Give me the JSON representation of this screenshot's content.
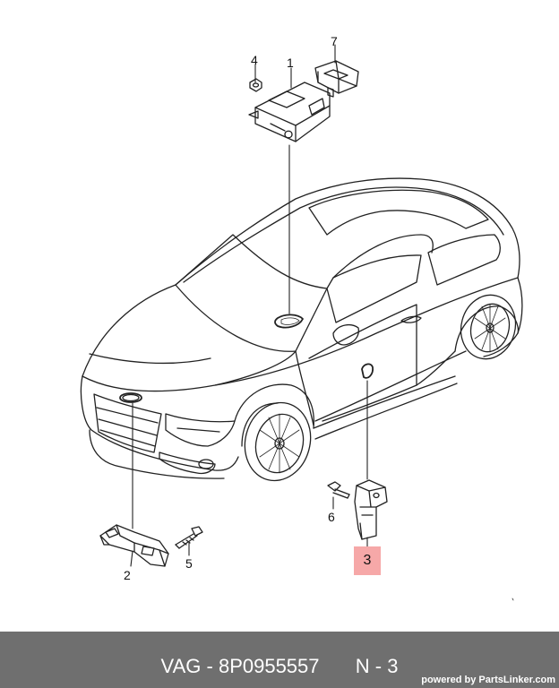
{
  "colors": {
    "footer_bg": "#6f6f6f",
    "highlight": "#f6a8a8",
    "line": "#222222"
  },
  "callouts": {
    "c1": "1",
    "c2": "2",
    "c3": "3",
    "c4": "4",
    "c5": "5",
    "c6": "6",
    "c7": "7"
  },
  "footer": {
    "brand": "VAG",
    "separator": "-",
    "part_number": "8P0955557",
    "position": "N - 3",
    "powered_by": "powered by PartsLinker.com"
  }
}
